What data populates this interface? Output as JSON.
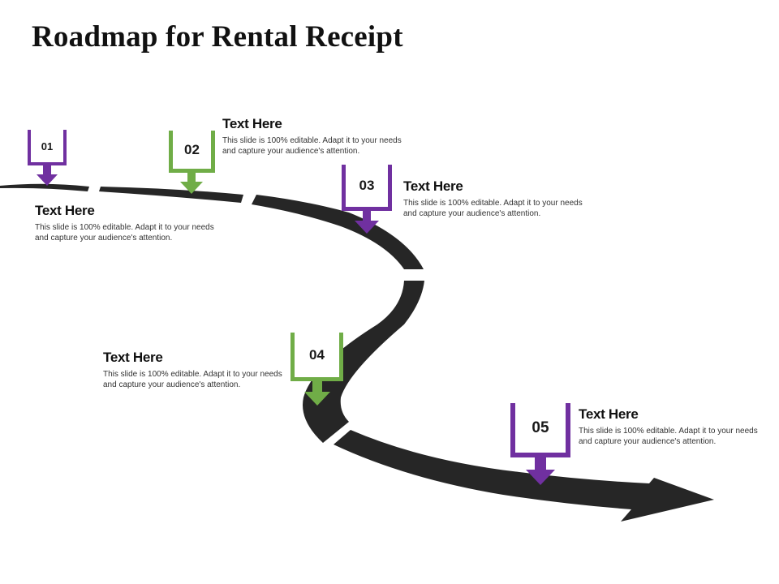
{
  "title": "Roadmap for Rental Receipt",
  "colors": {
    "purple": "#7030A0",
    "green": "#70AD47",
    "road": "#262626"
  },
  "steps": [
    {
      "number": "01",
      "color": "purple",
      "heading": "Text Here",
      "body": "This slide is 100% editable. Adapt it to your needs and capture your audience's attention."
    },
    {
      "number": "02",
      "color": "green",
      "heading": "Text Here",
      "body": "This slide is 100% editable. Adapt it to your needs and capture your audience's attention."
    },
    {
      "number": "03",
      "color": "purple",
      "heading": "Text Here",
      "body": "This slide is 100% editable. Adapt it to your needs and capture your audience's attention."
    },
    {
      "number": "04",
      "color": "green",
      "heading": "Text Here",
      "body": "This slide is 100% editable. Adapt it to your needs and capture your audience's attention."
    },
    {
      "number": "05",
      "color": "purple",
      "heading": "Text Here",
      "body": "This slide is 100% editable. Adapt it to your needs and capture your audience's attention."
    }
  ]
}
